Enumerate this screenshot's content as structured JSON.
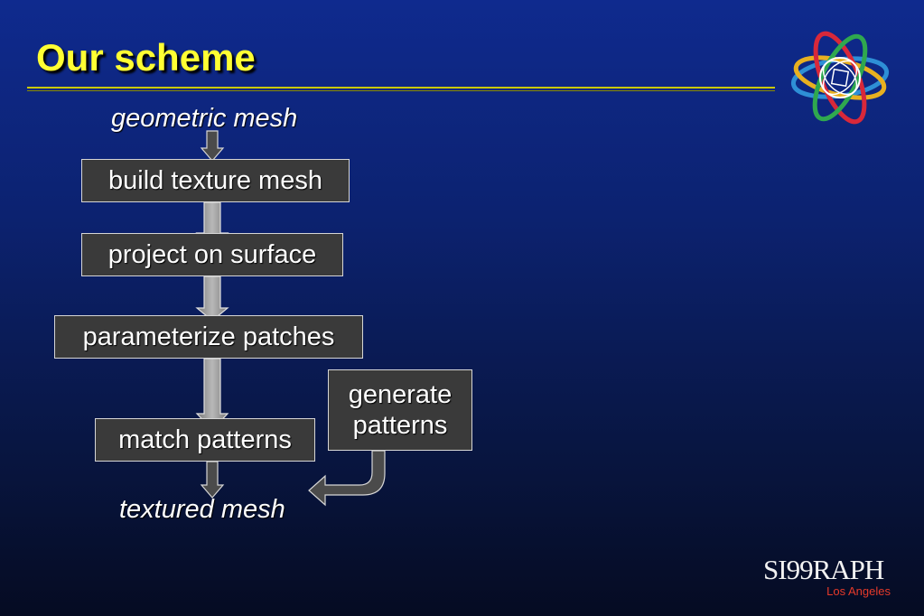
{
  "slide": {
    "title": "Our scheme"
  },
  "flow": {
    "input": "geometric mesh",
    "output": "textured mesh",
    "steps": {
      "build": "build texture mesh",
      "project": "project on surface",
      "parameterize": "parameterize patches",
      "match": "match patterns",
      "generate_line1": "generate",
      "generate_line2": "patterns"
    }
  },
  "branding": {
    "logo_text": "SI99RAPH",
    "location": "Los Angeles",
    "logo_icon": "interlocking-orbits-icon"
  },
  "colors": {
    "title": "#ffff33",
    "rule": "#c8c800",
    "box_fill": "#3a3a3a",
    "box_border": "#d6d6d6",
    "arrow_fill": "#9a9a9a",
    "location_text": "#e63a2a"
  }
}
